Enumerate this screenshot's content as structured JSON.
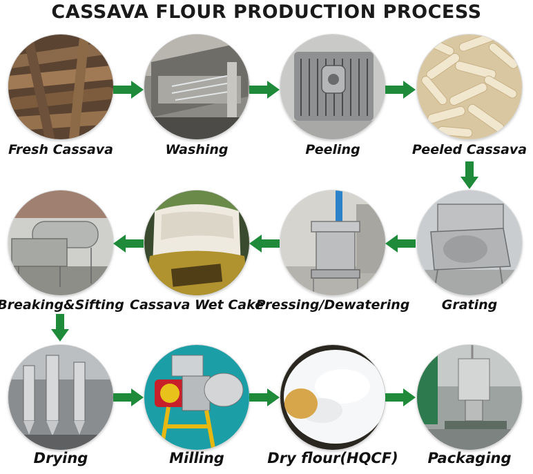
{
  "title": "CASSAVA FLOUR PRODUCTION PROCESS",
  "arrow_color": "#1e8a3a",
  "steps": [
    {
      "label": "Fresh Cassava",
      "icon": "fresh-cassava-photo"
    },
    {
      "label": "Washing",
      "icon": "washing-machine-photo"
    },
    {
      "label": "Peeling",
      "icon": "peeling-machine-photo"
    },
    {
      "label": "Peeled Cassava",
      "icon": "peeled-cassava-photo"
    },
    {
      "label": "Grating",
      "icon": "grating-machine-photo"
    },
    {
      "label": "Pressing/Dewatering",
      "icon": "press-machine-photo"
    },
    {
      "label": "Cassava Wet Cake",
      "icon": "wet-cake-sack-photo"
    },
    {
      "label": "Breaking&Sifting",
      "icon": "sifting-machine-photo"
    },
    {
      "label": "Drying",
      "icon": "flash-dryer-photo"
    },
    {
      "label": "Milling",
      "icon": "mill-machine-photo"
    },
    {
      "label": "Dry flour(HQCF)",
      "icon": "dry-flour-photo"
    },
    {
      "label": "Packaging",
      "icon": "packaging-machine-photo"
    }
  ]
}
